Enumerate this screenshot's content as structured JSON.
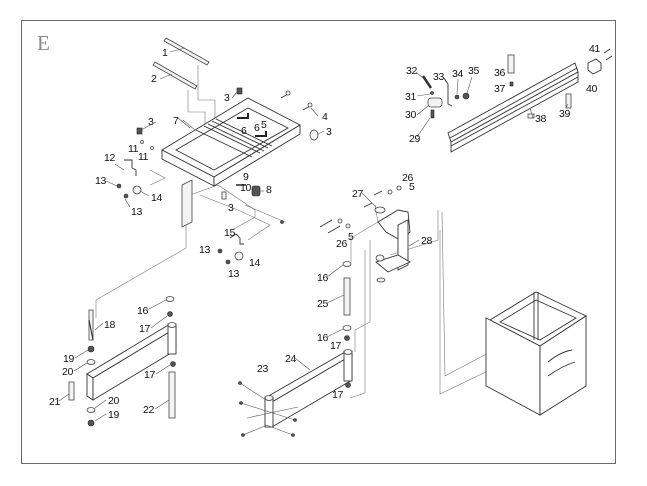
{
  "figure": {
    "section_letter": "E",
    "type": "exploded-parts-diagram",
    "description": "Table saw stand / extension assembly, exploded view"
  },
  "callouts": [
    {
      "id": "c1",
      "label": "1"
    },
    {
      "id": "c2",
      "label": "2"
    },
    {
      "id": "c3a",
      "label": "3"
    },
    {
      "id": "c3b",
      "label": "3"
    },
    {
      "id": "c3c",
      "label": "3"
    },
    {
      "id": "c3d",
      "label": "3"
    },
    {
      "id": "c4",
      "label": "4"
    },
    {
      "id": "c5a",
      "label": "5"
    },
    {
      "id": "c6a",
      "label": "6"
    },
    {
      "id": "c6b",
      "label": "6"
    },
    {
      "id": "c7",
      "label": "7"
    },
    {
      "id": "c8",
      "label": "8"
    },
    {
      "id": "c9",
      "label": "9"
    },
    {
      "id": "c10",
      "label": "10"
    },
    {
      "id": "c11a",
      "label": "11"
    },
    {
      "id": "c11b",
      "label": "11"
    },
    {
      "id": "c12",
      "label": "12"
    },
    {
      "id": "c13a",
      "label": "13"
    },
    {
      "id": "c13b",
      "label": "13"
    },
    {
      "id": "c13c",
      "label": "13"
    },
    {
      "id": "c13d",
      "label": "13"
    },
    {
      "id": "c14a",
      "label": "14"
    },
    {
      "id": "c14b",
      "label": "14"
    },
    {
      "id": "c15",
      "label": "15"
    },
    {
      "id": "c16a",
      "label": "16"
    },
    {
      "id": "c16b",
      "label": "16"
    },
    {
      "id": "c16c",
      "label": "16"
    },
    {
      "id": "c17a",
      "label": "17"
    },
    {
      "id": "c17b",
      "label": "17"
    },
    {
      "id": "c17c",
      "label": "17"
    },
    {
      "id": "c17d",
      "label": "17"
    },
    {
      "id": "c18",
      "label": "18"
    },
    {
      "id": "c19a",
      "label": "19"
    },
    {
      "id": "c19b",
      "label": "19"
    },
    {
      "id": "c20a",
      "label": "20"
    },
    {
      "id": "c20b",
      "label": "20"
    },
    {
      "id": "c21",
      "label": "21"
    },
    {
      "id": "c22",
      "label": "22"
    },
    {
      "id": "c23",
      "label": "23"
    },
    {
      "id": "c24",
      "label": "24"
    },
    {
      "id": "c25",
      "label": "25"
    },
    {
      "id": "c26a",
      "label": "26"
    },
    {
      "id": "c26b",
      "label": "26"
    },
    {
      "id": "c5b",
      "label": "5"
    },
    {
      "id": "c5c",
      "label": "5"
    },
    {
      "id": "c27",
      "label": "27"
    },
    {
      "id": "c28",
      "label": "28"
    },
    {
      "id": "c29",
      "label": "29"
    },
    {
      "id": "c30",
      "label": "30"
    },
    {
      "id": "c31",
      "label": "31"
    },
    {
      "id": "c32",
      "label": "32"
    },
    {
      "id": "c33",
      "label": "33"
    },
    {
      "id": "c34",
      "label": "34"
    },
    {
      "id": "c35",
      "label": "35"
    },
    {
      "id": "c36",
      "label": "36"
    },
    {
      "id": "c37",
      "label": "37"
    },
    {
      "id": "c38",
      "label": "38"
    },
    {
      "id": "c39",
      "label": "39"
    },
    {
      "id": "c40",
      "label": "40"
    },
    {
      "id": "c41",
      "label": "41"
    }
  ]
}
